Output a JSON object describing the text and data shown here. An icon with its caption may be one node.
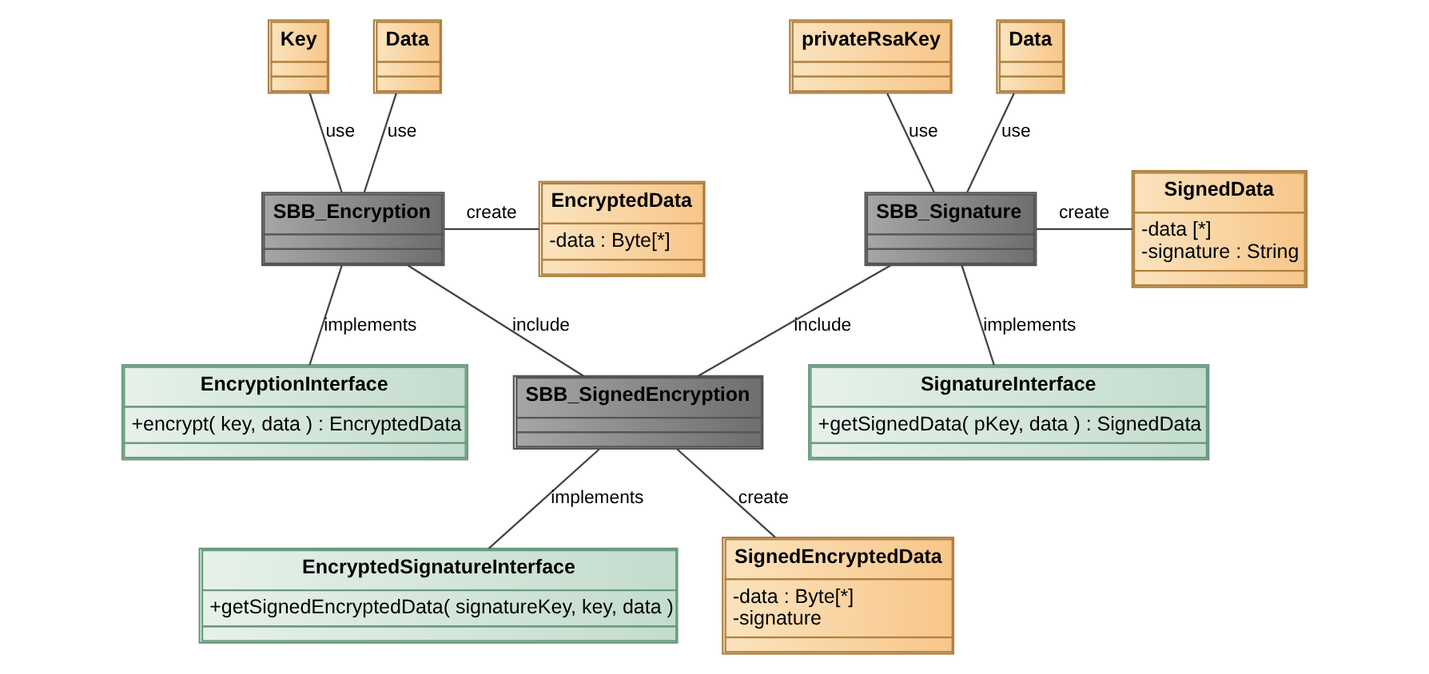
{
  "diagram": {
    "nodes": [
      {
        "text": [
          "privateRsaKey"
        ]
      },
      {
        "text": [
          "Data"
        ]
      },
      {
        "text": [
          "Data"
        ]
      },
      {
        "text": [
          "Key"
        ]
      },
      {
        "text": [
          "SignedData",
          "-data [*]",
          "-signature : String"
        ]
      },
      {
        "text": [
          "SBB_Signature"
        ]
      },
      {
        "text": [
          "SBB_Encryption"
        ]
      },
      {
        "text": [
          "EncryptedData",
          "-data : Byte[*]"
        ]
      },
      {
        "text": [
          "SignatureInterface",
          "+getSignedData( pKey, data ) : SignedData"
        ]
      },
      {
        "text": [
          "SBB_SignedEncryption"
        ]
      },
      {
        "text": [
          "EncryptionInterface",
          "+encrypt( key, data ) : EncryptedData"
        ]
      },
      {
        "text": [
          "EncryptedSignatureInterface",
          "+getSignedEncryptedData( signatureKey, key, data )"
        ]
      },
      {
        "text": [
          "SignedEncryptedData",
          "-data : Byte[*]",
          "-signature"
        ]
      }
    ],
    "edges": [
      {
        "from": 0,
        "to": 5,
        "arrow": "none",
        "label": "use"
      },
      {
        "from": 1,
        "to": 5,
        "arrow": "none",
        "label": "use"
      },
      {
        "from": 2,
        "to": 6,
        "arrow": "none",
        "label": "use"
      },
      {
        "from": 3,
        "to": 6,
        "arrow": "none",
        "label": "use"
      },
      {
        "from": 5,
        "to": 4,
        "arrow": "none",
        "label": "create"
      },
      {
        "from": 6,
        "to": 7,
        "arrow": "none",
        "label": "create"
      },
      {
        "from": 5,
        "to": 8,
        "arrow": "none",
        "label": "implements"
      },
      {
        "from": 5,
        "to": 9,
        "arrow": "none",
        "label": "include"
      },
      {
        "from": 6,
        "to": 9,
        "arrow": "none",
        "label": "include"
      },
      {
        "from": 6,
        "to": 10,
        "arrow": "none",
        "label": "implements"
      },
      {
        "from": 9,
        "to": 11,
        "arrow": "none",
        "label": "implements"
      },
      {
        "from": 9,
        "to": 12,
        "arrow": "none",
        "label": "create"
      }
    ]
  }
}
